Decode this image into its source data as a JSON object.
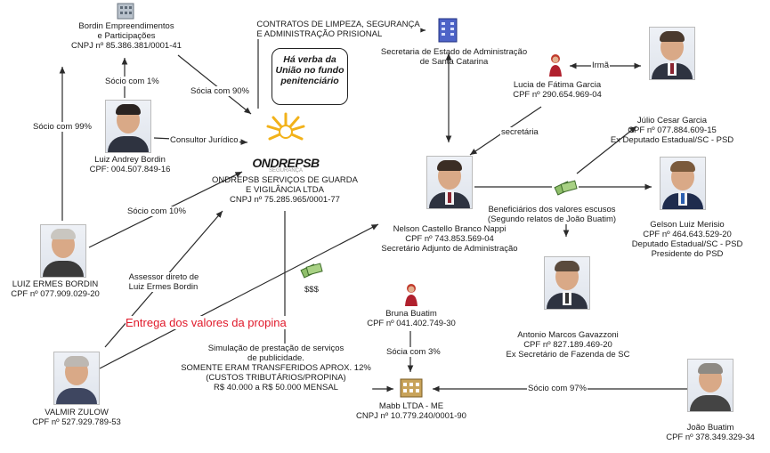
{
  "colors": {
    "line": "#2b2b2b",
    "propina": "#e0192a",
    "logo": "#f2b21a"
  },
  "nodes": {
    "bordin_emp": {
      "name": "Bordin Empreendimentos",
      "name2": "e Participações",
      "id": "CNPJ nº 85.386.381/0001-41"
    },
    "ondrepsb": {
      "logo": "ONDREPSB",
      "tagline": "SEGURANÇA",
      "name": "ONDREPSB SERVIÇOS DE GUARDA",
      "name2": "E VIGILÂNCIA LTDA",
      "id": "CNPJ nº 75.285.965/0001-77"
    },
    "secretaria": {
      "name": "Secretaria de Estado de Administração",
      "name2": "de Santa Catarina"
    },
    "luiz_andrey": {
      "name": "Luiz Andrey Bordin",
      "id": "CPF: 004.507.849-16"
    },
    "luiz_ermes": {
      "name": "LUIZ ERMES BORDIN",
      "id": "CPF nº 077.909.029-20"
    },
    "valmir": {
      "name": "VALMIR ZULOW",
      "id": "CPF nº 527.929.789-53"
    },
    "lucia": {
      "name": "Lucia de Fátima Garcia",
      "id": "CPF nº 290.654.969-04"
    },
    "julio": {
      "name": "Júlio Cesar Garcia",
      "id": "CPF nº 077.884.609-15",
      "role": "Ex Deputado Estadual/SC - PSD"
    },
    "nelson": {
      "name": "Nelson Castello Branco Nappi",
      "id": "CPF nº 743.853.569-04",
      "role": "Secretário Adjunto de Administração"
    },
    "gelson": {
      "name": "Gelson Luiz Merisio",
      "id": "CPF nº 464.643.529-20",
      "role": "Deputado Estadual/SC - PSD",
      "role2": "Presidente do PSD"
    },
    "antonio": {
      "name": "Antonio Marcos Gavazzoni",
      "id": "CPF nº 827.189.469-20",
      "role": "Ex Secretário de Fazenda de SC"
    },
    "bruna": {
      "name": "Bruna Buatim",
      "id": "CPF nº 041.402.749-30"
    },
    "mabb": {
      "name": "Mabb LTDA - ME",
      "id": "CNPJ nº 10.779.240/0001-90"
    },
    "joao": {
      "name": "João Buatim",
      "id": "CPF nº 378.349.329-34"
    }
  },
  "labels": {
    "contratos": "CONTRATOS DE LIMPEZA, SEGURANÇA",
    "contratos2": "E ADMINISTRAÇÃO PRISIONAL",
    "socio99": "Sócio com 99%",
    "socio1": "Sócio com 1%",
    "socio90": "Sócia com 90%",
    "consultor": "Consultor Jurídico",
    "socio10": "Sócio com 10%",
    "assessor": "Assessor direto de",
    "assessor2": "Luiz Ermes Bordin",
    "propina": "Entrega dos valores da propina",
    "money": "$$$",
    "simulacao": "Simulação de prestação de serviços",
    "simulacao2": "de publicidade.",
    "simulacao3": "SOMENTE ERAM TRANSFERIDOS APROX. 12%",
    "simulacao4": "(CUSTOS TRIBUTÁRIOS/PROPINA)",
    "simulacao5": "R$ 40.000 a R$ 50.000 MENSAL",
    "irma": "Irmã",
    "secretaria_link": "secretária",
    "beneficiarios": "Beneficiários dos valores escusos",
    "beneficiarios2": "(Segundo relatos de João Buatim)",
    "socia3": "Sócia com 3%",
    "socio97": "Sócio com 97%",
    "verba": "Há verba da",
    "verba2": "União no fundo",
    "verba3": "penitenciário"
  }
}
